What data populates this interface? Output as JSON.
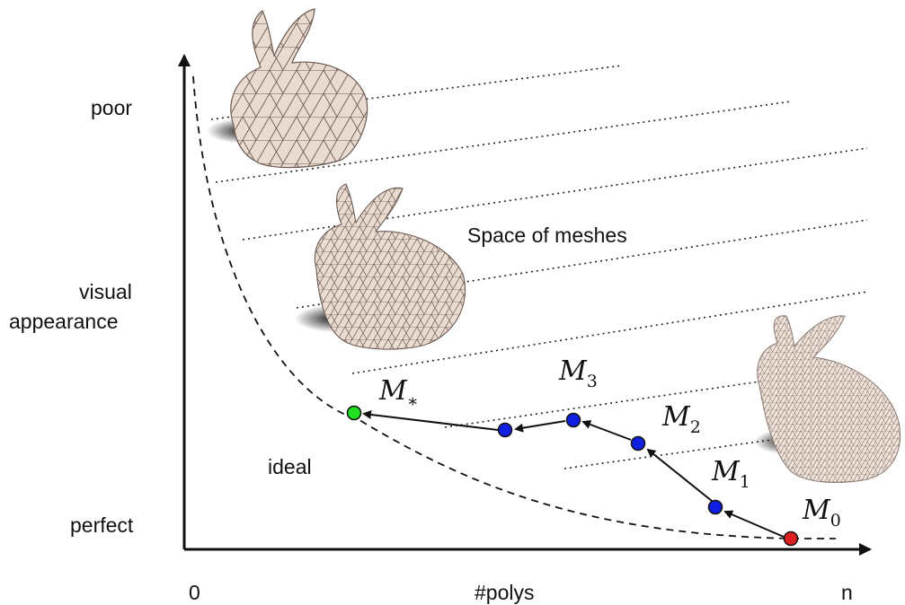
{
  "axes": {
    "y_top_label": "poor",
    "y_mid_label_line1": "visual",
    "y_mid_label_line2": "appearance",
    "y_bottom_label": "perfect",
    "x_left_label": "0",
    "x_mid_label": "#polys",
    "x_right_label": "n"
  },
  "region_label": "Space of meshes",
  "ideal_label": "ideal",
  "points": {
    "m0": {
      "base": "M",
      "sub": "0"
    },
    "m1": {
      "base": "M",
      "sub": "1"
    },
    "m2": {
      "base": "M",
      "sub": "2"
    },
    "m3": {
      "base": "M",
      "sub": "3"
    },
    "mstar": {
      "base": "M",
      "sub": "∗"
    }
  },
  "colors": {
    "start_point": "#e02020",
    "path_point": "#1020e0",
    "ideal_point": "#20e020",
    "mesh_fill": "#eadbd0",
    "mesh_edge": "#6b5a52"
  },
  "icons": [
    "bunny-mesh-coarse",
    "bunny-mesh-medium",
    "bunny-mesh-fine"
  ]
}
